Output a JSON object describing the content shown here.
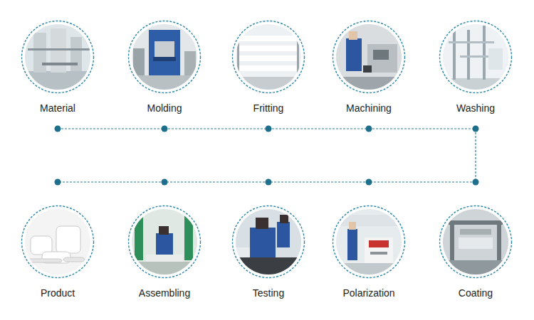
{
  "diagram": {
    "nodes": [
      {
        "text": [
          "Material"
        ]
      },
      {
        "text": [
          "Molding"
        ]
      },
      {
        "text": [
          "Fritting"
        ]
      },
      {
        "text": [
          "Machining"
        ]
      },
      {
        "text": [
          "Washing"
        ]
      },
      {
        "text": [
          "Coating"
        ]
      },
      {
        "text": [
          "Polarization"
        ]
      },
      {
        "text": [
          "Testing"
        ]
      },
      {
        "text": [
          "Assembling"
        ]
      },
      {
        "text": [
          "Product"
        ]
      }
    ],
    "edges": [
      {
        "from": 0,
        "to": 1,
        "arrow": "none"
      },
      {
        "from": 1,
        "to": 2,
        "arrow": "none"
      },
      {
        "from": 2,
        "to": 3,
        "arrow": "none"
      },
      {
        "from": 3,
        "to": 4,
        "arrow": "none"
      },
      {
        "from": 4,
        "to": 5,
        "arrow": "none"
      },
      {
        "from": 5,
        "to": 6,
        "arrow": "none"
      },
      {
        "from": 6,
        "to": 7,
        "arrow": "none"
      },
      {
        "from": 7,
        "to": 8,
        "arrow": "none"
      },
      {
        "from": 8,
        "to": 9,
        "arrow": "none"
      }
    ]
  }
}
